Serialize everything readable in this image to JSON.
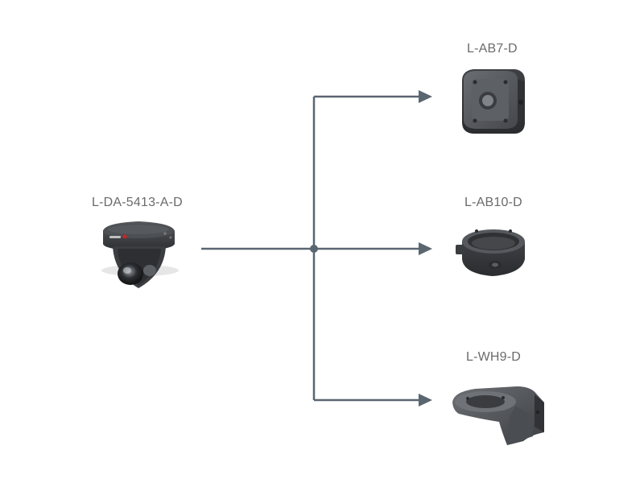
{
  "source_product": {
    "label": "L-DA-5413-A-D",
    "icon": "dome-camera-icon",
    "brand_mark_color": "#cc2222"
  },
  "accessories": [
    {
      "label": "L-AB7-D",
      "icon": "junction-box-icon"
    },
    {
      "label": "L-AB10-D",
      "icon": "round-mount-box-icon"
    },
    {
      "label": "L-WH9-D",
      "icon": "wall-mount-bracket-icon"
    }
  ],
  "colors": {
    "connector": "#5a6670",
    "text": "#6b6b6b",
    "product_dark": "#3a3c3f"
  }
}
